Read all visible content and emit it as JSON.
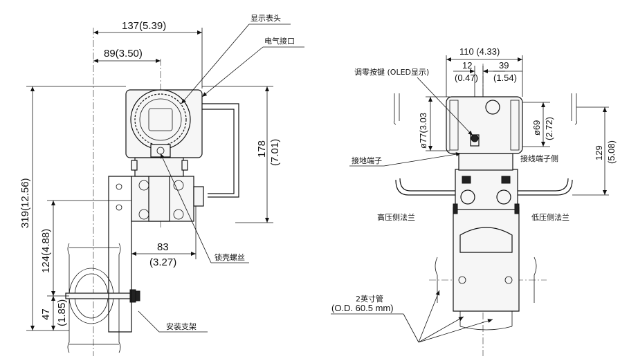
{
  "left_view": {
    "dim_137": "137(5.39)",
    "dim_89": "89(3.50)",
    "dim_178": "178",
    "dim_178_in": "(7.01)",
    "dim_319": "319(12.56)",
    "dim_124": "124(4.88)",
    "dim_47": "47",
    "dim_47_in": "(1.85)",
    "dim_83": "83",
    "dim_83_in": "(3.27)",
    "label_display": "显示表头",
    "label_electrical": "电气接口",
    "label_lock_screw": "锁壳螺丝",
    "label_bracket": "安装支架"
  },
  "right_view": {
    "dim_110": "110 (4.33)",
    "dim_12": "12",
    "dim_12_in": "(0.47)",
    "dim_39": "39",
    "dim_39_in": "(1.54)",
    "dim_77": "ø77(3.03",
    "dim_69": "ø69",
    "dim_69_in": "(2.72)",
    "dim_129": "129",
    "dim_129_in": "(5.08)",
    "label_zero_key": "调零按键 (OLED显示)",
    "label_terminal": "接线端子侧",
    "label_ground": "接地端子",
    "label_high": "高压侧法兰",
    "label_low": "低压侧法兰",
    "label_pipe": "2英寸管",
    "label_pipe_od": "(O.D. 60.5 mm)"
  }
}
